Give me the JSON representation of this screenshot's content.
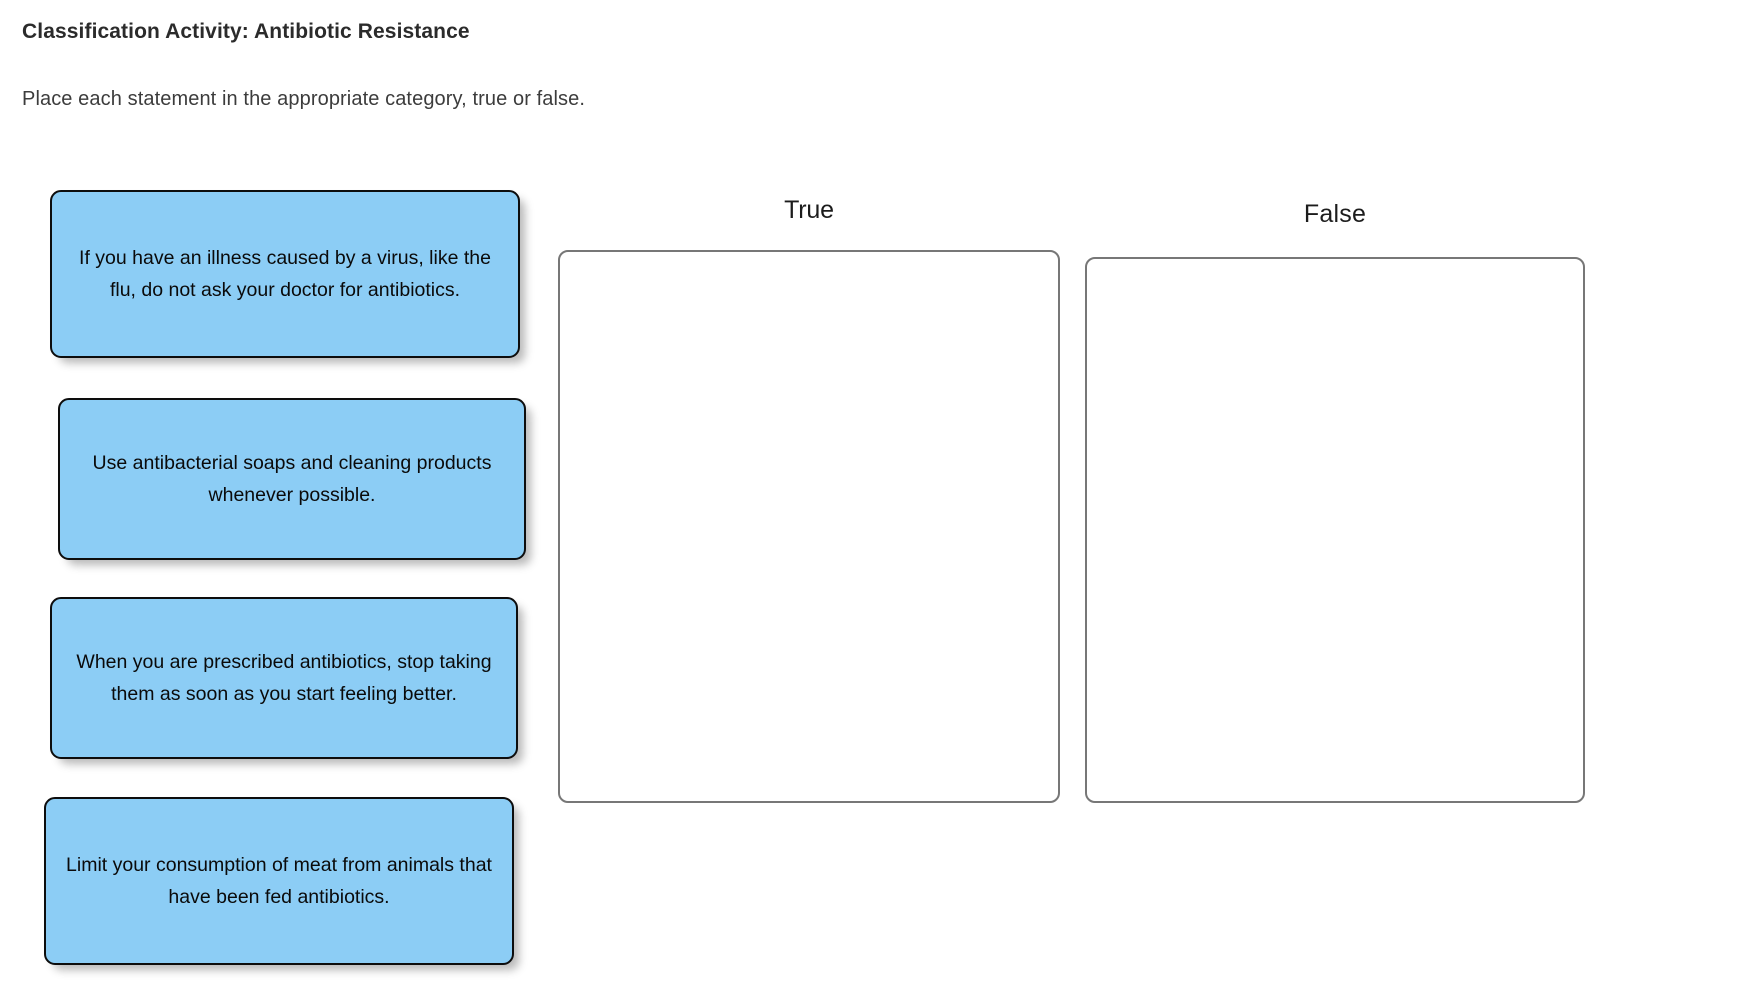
{
  "header": {
    "title": "Classification Activity: Antibiotic Resistance",
    "instructions": "Place each statement in the appropriate category, true or false."
  },
  "statements": [
    {
      "id": "statement-1",
      "text": "If you have an illness caused by a virus, like the flu, do not ask your doctor for antibiotics."
    },
    {
      "id": "statement-2",
      "text": "Use antibacterial soaps and cleaning products whenever possible."
    },
    {
      "id": "statement-3",
      "text": "When you are prescribed antibiotics, stop taking them as soon as you start feeling better."
    },
    {
      "id": "statement-4",
      "text": "Limit your consumption of meat from animals that have been fed antibiotics."
    }
  ],
  "dropzones": [
    {
      "id": "dropzone-true",
      "label": "True",
      "items": []
    },
    {
      "id": "dropzone-false",
      "label": "False",
      "items": []
    }
  ],
  "colors": {
    "card_fill": "#8ccdf5",
    "card_border": "#0d0d0d",
    "dropzone_border": "#777777",
    "page_background": "#ffffff",
    "title_text": "#2b2b2b",
    "body_text": "#3c3c3c"
  }
}
